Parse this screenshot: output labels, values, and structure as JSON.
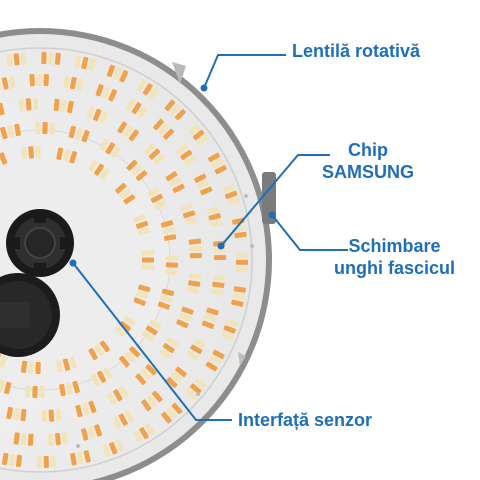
{
  "colors": {
    "accent": "#1f6fb6",
    "housing_rim": "#9a9a9a",
    "led_warm": "#f0a14a",
    "led_cool": "#f3e3b8"
  },
  "labels": {
    "lens": "Lentilă rotativă",
    "chip_line1": "Chip",
    "chip_line2": "SAMSUNG",
    "beam_line1": "Schimbare",
    "beam_line2": "unghi fascicul",
    "sensor": "Interfață senzor"
  },
  "icons": {
    "sensor_socket": "gear-socket-icon",
    "knob": "knob-icon"
  }
}
